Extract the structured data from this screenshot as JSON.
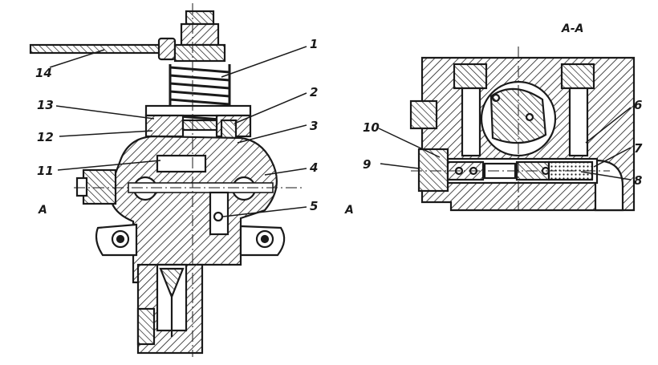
{
  "callouts": {
    "n1": "1",
    "n2": "2",
    "n3": "3",
    "n4": "4",
    "n5": "5",
    "n6": "6",
    "n7": "7",
    "n8": "8",
    "n9": "9",
    "n10": "10",
    "n11": "11",
    "n12": "12",
    "n13": "13",
    "n14": "14"
  },
  "section_marks": {
    "left": "A",
    "right": "A",
    "title": "A-A"
  },
  "colors": {
    "ink": "#1a1a1a",
    "paper": "#ffffff"
  }
}
